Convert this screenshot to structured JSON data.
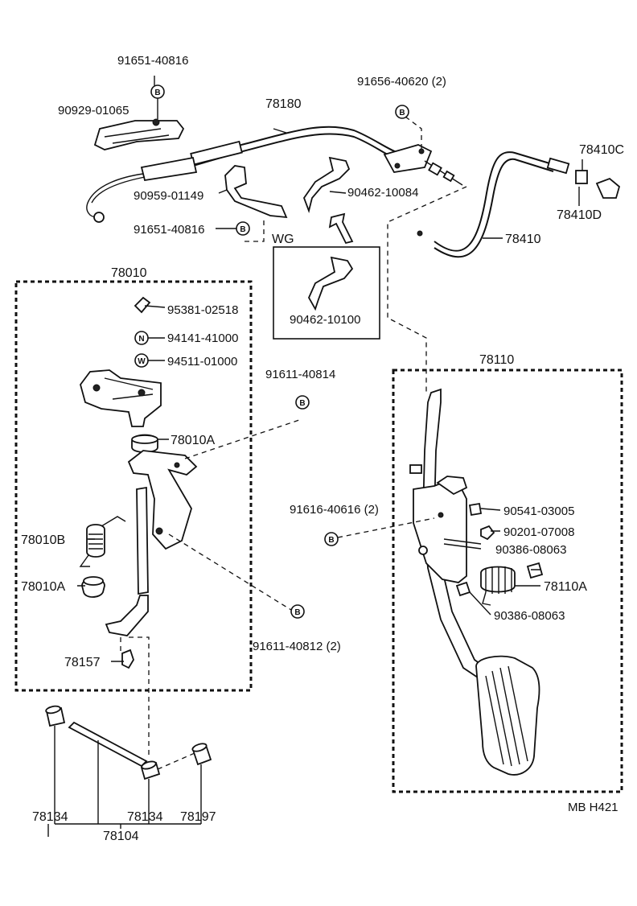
{
  "parts": {
    "p_91651_40816_top": "91651-40816",
    "p_90929_01065": "90929-01065",
    "p_78180": "78180",
    "p_91656_40620": "91656-40620 (2)",
    "p_78410C": "78410C",
    "p_78410D": "78410D",
    "p_90959_01149": "90959-01149",
    "p_90462_10084": "90462-10084",
    "p_91651_40816_mid": "91651-40816",
    "p_78410": "78410",
    "p_wg": "WG",
    "p_90462_10100": "90462-10100",
    "p_78010": "78010",
    "p_95381_02518": "95381-02518",
    "p_94141_41000": "94141-41000",
    "p_94511_01000": "94511-01000",
    "p_91611_40814": "91611-40814",
    "p_78010A_top": "78010A",
    "p_78010B": "78010B",
    "p_78010A_bot": "78010A",
    "p_91611_40812": "91611-40812 (2)",
    "p_78157": "78157",
    "p_78110": "78110",
    "p_91616_40616": "91616-40616 (2)",
    "p_90541_03005": "90541-03005",
    "p_90201_07008": "90201-07008",
    "p_90386_08063_a": "90386-08063",
    "p_78110A": "78110A",
    "p_90386_08063_b": "90386-08063",
    "p_78134_left": "78134",
    "p_78134_right": "78134",
    "p_78197": "78197",
    "p_78104": "78104",
    "p_mbh421": "MB H421"
  },
  "markers": {
    "bolt": "B",
    "nut": "N",
    "washer": "W"
  }
}
